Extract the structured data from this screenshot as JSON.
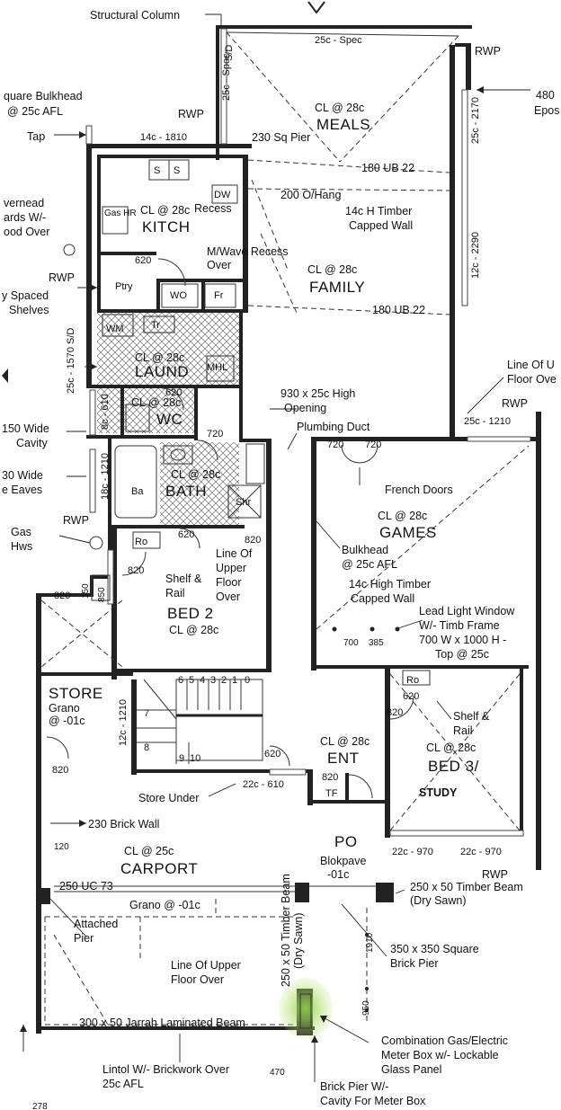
{
  "rooms": {
    "meals": {
      "name": "MEALS",
      "ceiling": "CL @ 28c"
    },
    "kitchen": {
      "name": "KITCH",
      "ceiling": "CL @ 28c"
    },
    "family": {
      "name": "FAMILY",
      "ceiling": "CL @ 28c"
    },
    "laundry": {
      "name": "LAUND",
      "ceiling": "CL @ 28c"
    },
    "wc": {
      "name": "WC",
      "ceiling": "CL @ 28c"
    },
    "bath": {
      "name": "BATH",
      "ceiling": "CL @ 28c"
    },
    "games": {
      "name": "GAMES",
      "ceiling": "CL @ 28c"
    },
    "bed2": {
      "name": "BED 2",
      "ceiling": "CL @ 28c"
    },
    "bed3": {
      "name": "BED 3/",
      "ceiling": "CL @ 28c",
      "subname": "STUDY"
    },
    "store": {
      "name": "STORE",
      "floor": "Grano",
      "floor_level": "@ -01c"
    },
    "entry": {
      "name": "ENT",
      "ceiling": "CL @ 28c"
    },
    "porch": {
      "name": "PO",
      "floor": "Blokpave",
      "floor_level": "-01c"
    },
    "carport": {
      "name": "CARPORT",
      "ceiling": "CL @ 25c",
      "floor": "Grano @ -01c"
    }
  },
  "fixtures": {
    "s1": "S",
    "s2": "S",
    "dw": "DW",
    "gas_hr": "Gas HR",
    "wo": "WO",
    "fr": "Fr",
    "ptry": "Ptry",
    "wm": "WM",
    "tr": "Tr",
    "mhl": "MHL",
    "ba": "Ba",
    "shr": "Shr",
    "ro1": "Ro",
    "ro2": "Ro",
    "tf": "TF",
    "recess": "Recess",
    "stairs_top": [
      "6",
      "5",
      "4",
      "3",
      "2",
      "1",
      "0"
    ],
    "stair_7": "7",
    "stair_8": "8",
    "stairs_bottom": [
      "9",
      "10"
    ]
  },
  "dims": {
    "d620_kitchen": "620",
    "d620_wc": "620",
    "d720_bath": "720",
    "d620_bath": "620",
    "d820_bed2": "820",
    "d820_upper": "820",
    "d820_left": "820",
    "d820_store": "820",
    "d720_games_a": "720",
    "d720_games_b": "720",
    "d620_bed3": "620",
    "d820_bed3": "820",
    "d620_ent": "620",
    "d820_ent": "820",
    "d700": "700",
    "d385": "385",
    "d120": "120",
    "d470": "470",
    "d950": "950",
    "d1910": "1910",
    "d150": "150",
    "d850": "850",
    "d278": "278",
    "spec_top": "25c - Spec",
    "spec_left": "25c - Spec",
    "sd_top": "S/D",
    "d2170": "25c - 2170",
    "d2290": "12c - 2290",
    "d1810": "14c - 1810",
    "d1570": "25c - 1570 S/D",
    "d610_left": "8c - 610",
    "d1210_left": "18c - 1210",
    "d1210_store": "12c - 1210",
    "d1210_games": "25c - 1210",
    "d610_stair": "22c - 610",
    "d970_a": "22c - 970",
    "d970_b": "22c - 970"
  },
  "annotations": {
    "structural_column": "Structural Column",
    "square_bulkhead_1": "quare Bulkhead",
    "square_bulkhead_2": "@ 25c AFL",
    "rwp_top_left": "RWP",
    "rwp_top_right": "RWP",
    "rwp_left": "RWP",
    "rwp_left2": "RWP",
    "rwp_right": "RWP",
    "rwp_bottom": "RWP",
    "tap": "Tap",
    "sq_pier": "230 Sq Pier",
    "ub_180_a": "180 UB 22",
    "ub_180_b": "180 UB 22",
    "o_hang": "200 O/Hang",
    "timber_capped_1": "14c H Timber",
    "timber_capped_2": "Capped Wall",
    "overhead_1": "vernead",
    "overhead_2": "ards W/-",
    "overhead_3": "ood Over",
    "mwave_1": "M/Wave Recess",
    "mwave_2": "Over",
    "shelves_1": "y Spaced",
    "shelves_2": "Shelves",
    "epos_1": "480",
    "epos_2": "Epos",
    "line_upper_r1": "Line Of U",
    "line_upper_r2": "Floor Ove",
    "opening_1": "930 x 25c High",
    "opening_2": "Opening",
    "plumbing_duct": "Plumbing Duct",
    "cavity_1": "150 Wide",
    "cavity_2": "Cavity",
    "eaves_1": "30 Wide",
    "eaves_2": "e Eaves",
    "gas_hws_1": "Gas",
    "gas_hws_2": "Hws",
    "french_doors": "French Doors",
    "bulkhead_1": "Bulkhead",
    "bulkhead_2": "@ 25c AFL",
    "timber_wall_1": "14c High Timber",
    "timber_wall_2": "Capped Wall",
    "shelf_rail_1": "Shelf &",
    "shelf_rail_2": "Rail",
    "line_upper_1": "Line Of",
    "line_upper_2": "Upper",
    "line_upper_3": "Floor",
    "line_upper_4": "Over",
    "lead_light_1": "Lead Light Window",
    "lead_light_2": "W/- Timb Frame",
    "lead_light_3": "700 W x 1000 H -",
    "lead_light_4": "Top @ 25c",
    "shelf_rail_b3_1": "Shelf &",
    "shelf_rail_b3_2": "Rail",
    "store_under": "Store Under",
    "brick_wall": "230 Brick Wall",
    "uc_73": "250 UC 73",
    "timber_beam_1": "250 x 50 Timber Beam",
    "timber_beam_2": "(Dry Sawn)",
    "timber_beam_v1": "250 x 50 Timber Beam",
    "timber_beam_v2": "(Dry Sawn)",
    "attached_pier_1": "Attached",
    "attached_pier_2": "Pier",
    "line_upper_cp1": "Line Of Upper",
    "line_upper_cp2": "Floor Over",
    "brick_pier_1": "350 x 350 Square",
    "brick_pier_2": "Brick Pier",
    "jarrah_beam": "300 x 50 Jarrah Laminated Beam",
    "meter_box_1": "Combination Gas/Electric",
    "meter_box_2": "Meter Box w/- Lockable",
    "meter_box_3": "Glass Panel",
    "lintol_1": "Lintol W/- Brickwork Over",
    "lintol_2": "25c AFL",
    "cavity_pier_1": "Brick Pier W/-",
    "cavity_pier_2": "Cavity For Meter Box"
  },
  "colors": {
    "highlight": "#9fd65a",
    "ink": "#222222"
  }
}
